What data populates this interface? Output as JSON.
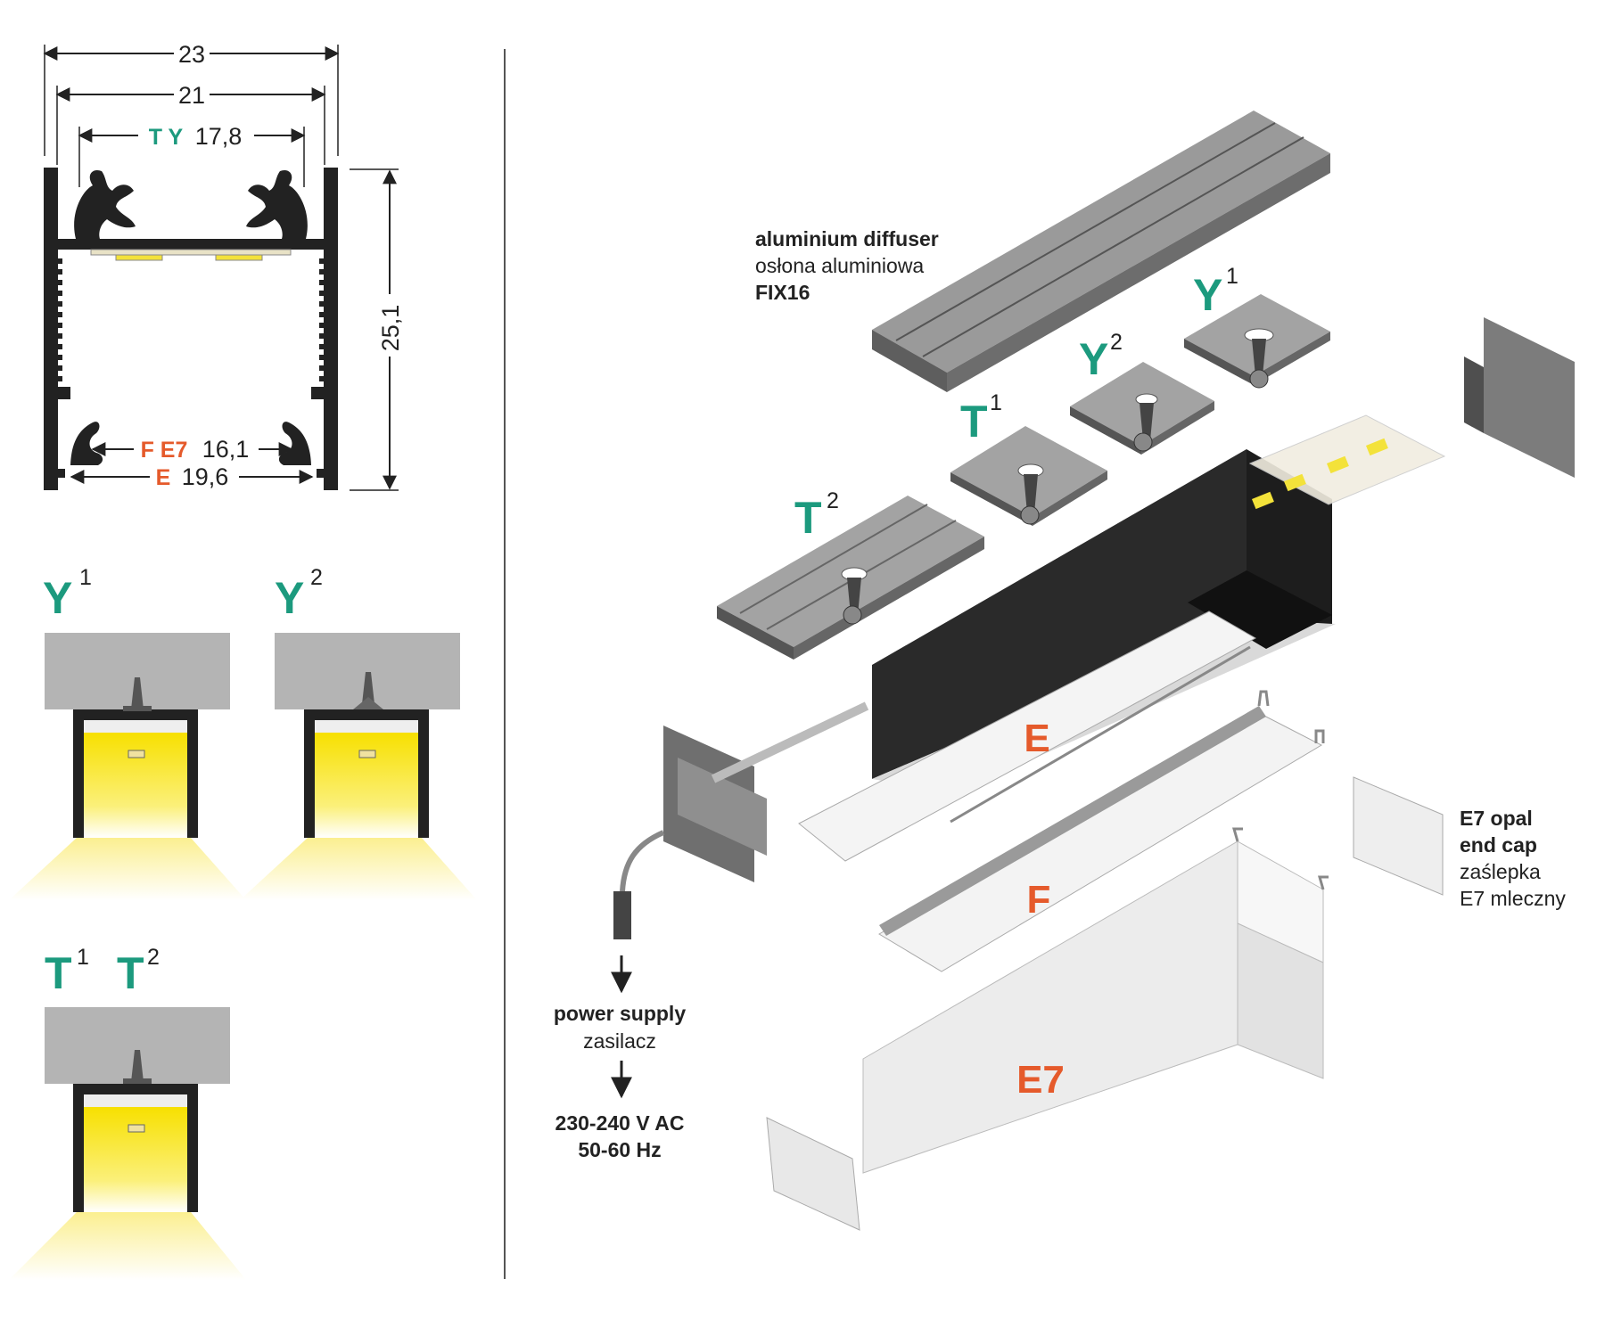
{
  "dimensions": {
    "w23": "23",
    "w21": "21",
    "ty_tag": "T Y",
    "ty_val": "17,8",
    "h": "25,1",
    "fe7_tag": "F E7",
    "fe7_val": "16,1",
    "e_tag": "E",
    "e_val": "19,6"
  },
  "mounts": {
    "y1": {
      "letter": "Y",
      "sup": "1"
    },
    "y2": {
      "letter": "Y",
      "sup": "2"
    },
    "t1": {
      "letter": "T",
      "sup": "1"
    },
    "t2": {
      "letter": "T",
      "sup": "2"
    }
  },
  "labels": {
    "alu_diffuser_en": "aluminium diffuser",
    "alu_diffuser_pl": "osłona aluminiowa",
    "fix": "FIX16",
    "power_en": "power supply",
    "power_pl": "zasilacz",
    "voltage": "230-240 V AC",
    "freq": "50-60 Hz",
    "endcap_en1": "E7 opal",
    "endcap_en2": "end cap",
    "endcap_pl1": "zaślepka",
    "endcap_pl2": "E7 mleczny"
  },
  "parts": {
    "e": "E",
    "f": "F",
    "e7": "E7"
  },
  "colors": {
    "teal": "#1c9a7e",
    "orange": "#e55a2b",
    "profile": "#222222",
    "light": "#f7e000"
  }
}
